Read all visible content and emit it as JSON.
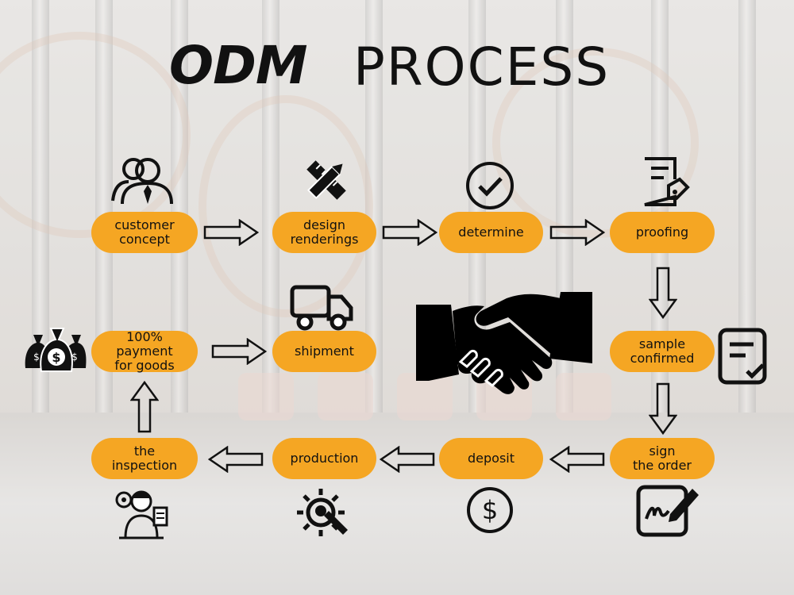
{
  "title": {
    "brand": "ODM",
    "word": "PROCESS"
  },
  "steps": [
    {
      "id": "customer-concept",
      "label": "customer\nconcept"
    },
    {
      "id": "design-renderings",
      "label": "design\nrenderings"
    },
    {
      "id": "determine",
      "label": "determine"
    },
    {
      "id": "proofing",
      "label": "proofing"
    },
    {
      "id": "sample-confirmed",
      "label": "sample\nconfirmed"
    },
    {
      "id": "sign-the-order",
      "label": "sign\nthe order"
    },
    {
      "id": "deposit",
      "label": "deposit"
    },
    {
      "id": "production",
      "label": "production"
    },
    {
      "id": "the-inspection",
      "label": "the\ninspection"
    },
    {
      "id": "payment",
      "label": "100%\npayment\nfor goods"
    },
    {
      "id": "shipment",
      "label": "shipment"
    }
  ],
  "icons": {
    "customer": "person-with-tie-icon",
    "design": "pencil-ruler-icon",
    "determine": "check-circle-icon",
    "proofing": "document-tag-icon",
    "sample": "checklist-document-icon",
    "sign": "signature-pen-icon",
    "deposit": "dollar-circle-icon",
    "production": "gear-wrench-icon",
    "inspection": "inspector-icon",
    "payment": "money-bags-icon",
    "shipment": "truck-icon",
    "center": "handshake-icon"
  },
  "colors": {
    "pill": "#f5a623",
    "text": "#111111"
  }
}
